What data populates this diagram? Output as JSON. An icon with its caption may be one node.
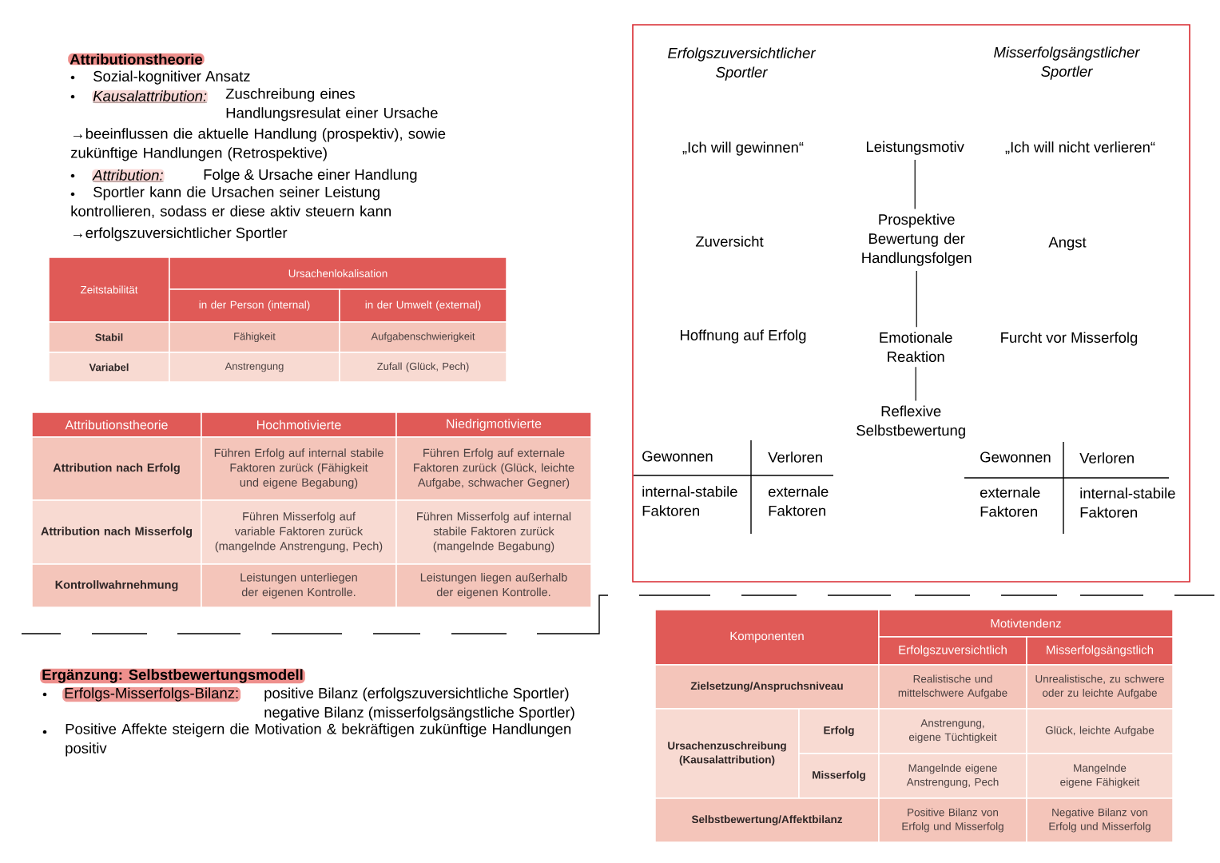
{
  "diagram": {
    "nodes": [
      {
        "text": [
          "Erfolgszuversichtlicher Sportler",
          "Misserfolgsängstlicher Sportler"
        ]
      },
      {
        "text": [
          "Leistungsmotiv"
        ],
        "in": 0
      },
      {
        "text": [
          "Prospektive Bewertung der Handlungsfolgen"
        ],
        "in": 0
      },
      {
        "text": [
          "Emotionale Reaktion"
        ],
        "in": 0
      },
      {
        "text": [
          "Reflexive Selbstbewertung"
        ],
        "in": 0
      }
    ],
    "edges": [
      {
        "from": 1,
        "to": 2,
        "arrow": "none"
      },
      {
        "from": 2,
        "to": 3,
        "arrow": "none"
      },
      {
        "from": 3,
        "to": 4,
        "arrow": "none"
      }
    ],
    "labels": [
      "Attributionstheorie",
      "Sozial-kognitiver Ansatz",
      "Kausalattribution:",
      "Zuschreibung eines Handlungsresulat einer Ursache",
      "→beeinflussen die aktuelle Handlung (prospektiv), sowie zukünftige Handlungen (Retrospektive)",
      "Attribution:",
      "Folge & Ursache einer Handlung",
      "Sportler kann die Ursachen seiner Leistung kontrollieren, sodass er diese aktiv steuern kann",
      "→erfolgszuversichtlicher Sportler",
      "Zeitstabilität",
      "Ursachenlokalisation",
      "in der Person (internal)",
      "in der Umwelt (external)",
      "Stabil",
      "Fähigkeit",
      "Aufgabenschwierigkeit",
      "Variabel",
      "Anstrengung",
      "Zufall (Glück, Pech)",
      "„Ich will gewinnen“",
      "„Ich will nicht verlieren“",
      "Zuversicht",
      "Angst",
      "Hoffnung auf Erfolg",
      "Furcht vor Misserfolg",
      "Gewonnen",
      "Verloren",
      "internal-stabile Faktoren",
      "externale Faktoren",
      "Gewonnen",
      "Verloren",
      "externale Faktoren",
      "internal-stabile Faktoren",
      "Attributionstheorie",
      "Hochmotivierte",
      "Niedrigmotivierte",
      "Attribution nach Erfolg",
      "Führen Erfolg auf internal stabile Faktoren zurück (Fähigkeit und eigene Begabung)",
      "Führen Erfolg auf externale Faktoren zurück (Glück, leichte Aufgabe, schwacher Gegner)",
      "Attribution nach Misserfolg",
      "Führen Misserfolg auf variable Faktoren zurück (mangelnde Anstrengung, Pech)",
      "Führen Misserfolg auf internal stabile Faktoren zurück (mangelnde Begabung)",
      "Kontrollwahrnehmung",
      "Leistungen unterliegen der eigenen Kontrolle.",
      "Leistungen liegen außerhalb der eigenen Kontrolle.",
      "Komponenten",
      "Motivtendenz",
      "Erfolgszuversichtlich",
      "Misserfolgsängstlich",
      "Zielsetzung/Anspruchsniveau",
      "Realistische und mittelschwere Aufgabe",
      "Unrealistische, zu schwere oder zu leichte Aufgabe",
      "Ursachenzuschreibung (Kausalattribution)",
      "Erfolg",
      "Anstrengung, eigene Tüchtigkeit",
      "Glück, leichte Aufgabe",
      "Misserfolg",
      "Mangelnde eigene Anstrengung, Pech",
      "Mangelnde eigene Fähigkeit",
      "Selbstbewertung/Affektbilanz",
      "Positive Bilanz von Erfolg und Misserfolg",
      "Negative Bilanz von Erfolg und Misserfolg",
      "Ergänzung: Selbstbewertungsmodell",
      "Erfolgs-Misserfolgs-Bilanz:",
      "positive Bilanz (erfolgszuversichtliche Sportler)",
      "negative Bilanz (misserfolgsängstliche Sportler)",
      "Positive Affekte steigern die Motivation & bekräftigen zukünftige Handlungen positiv"
    ]
  }
}
